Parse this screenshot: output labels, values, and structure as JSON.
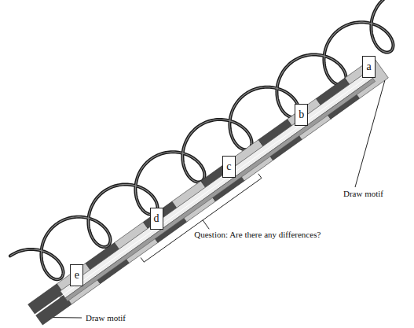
{
  "diagram": {
    "nodes": [
      {
        "text": [
          "a"
        ]
      },
      {
        "text": [
          "b"
        ]
      },
      {
        "text": [
          "c"
        ]
      },
      {
        "text": [
          "d"
        ]
      },
      {
        "text": [
          "e"
        ]
      }
    ],
    "labels": [
      "Draw motif",
      "Question: Are there any differences?",
      "Draw motif"
    ]
  }
}
